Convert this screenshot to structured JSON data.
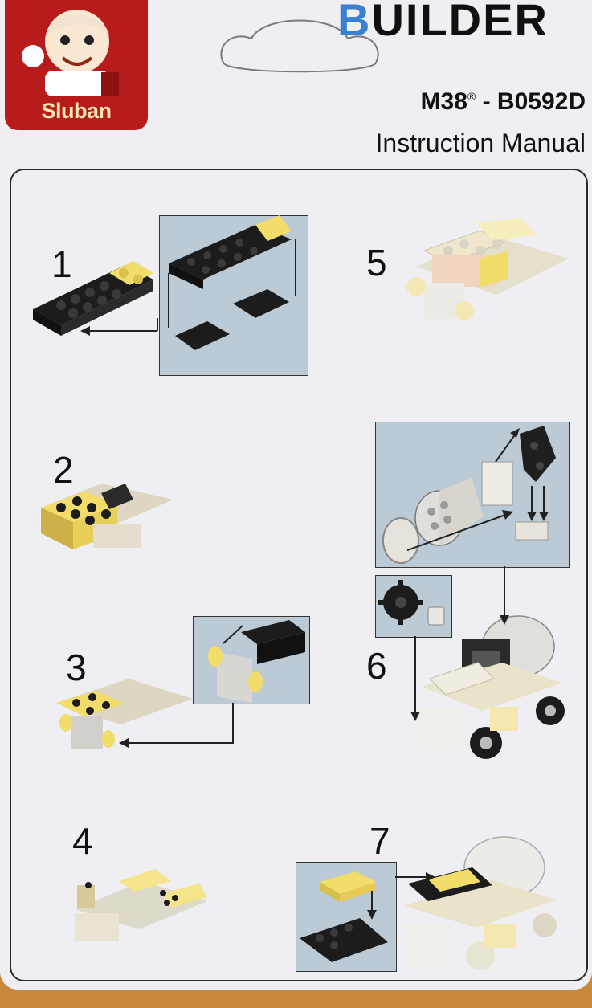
{
  "header": {
    "brand_logo_text": "Sluban",
    "series_first_letter": "B",
    "series_rest": "UILDER",
    "model_prefix": "M38",
    "registered_mark": "®",
    "model_suffix": "- B0592D",
    "subtitle": "Instruction Manual"
  },
  "steps": [
    {
      "number": "1"
    },
    {
      "number": "2"
    },
    {
      "number": "3"
    },
    {
      "number": "4"
    },
    {
      "number": "5"
    },
    {
      "number": "6"
    },
    {
      "number": "7"
    }
  ],
  "colors": {
    "logo_red": "#b71b1c",
    "brand_blue": "#3b7fd1",
    "brick_black": "#1c1c1c",
    "brick_yellow": "#f2dc6a",
    "callout_blue": "#bccad6",
    "strip_orange": "#c9893a"
  }
}
